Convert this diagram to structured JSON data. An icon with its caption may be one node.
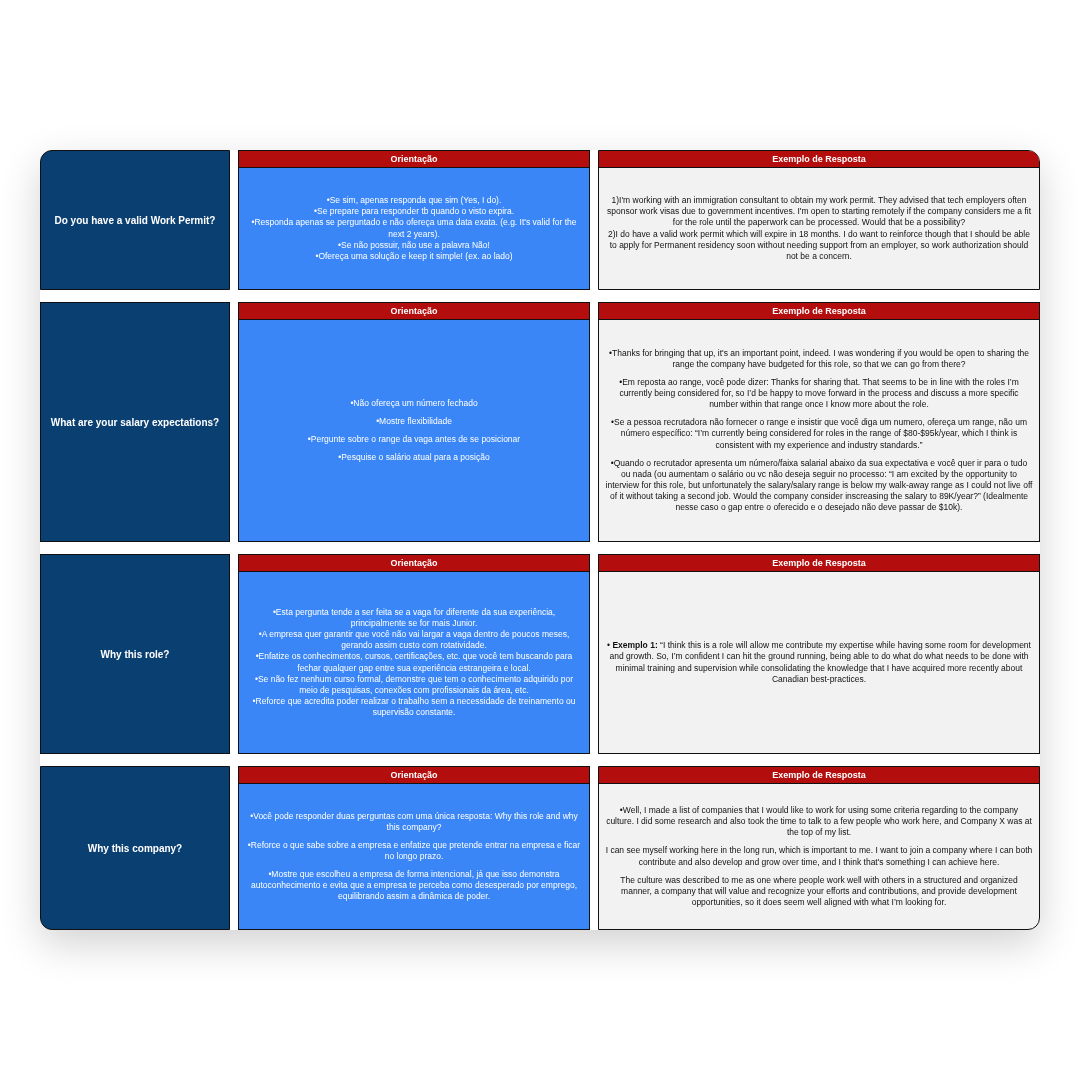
{
  "diagram": {
    "nodes": [
      {
        "text": [
          "Do you have a valid Work Permit?"
        ]
      },
      {
        "text": [
          "Orientação",
          "•Se sim, apenas responda que sim (Yes, I do).",
          "•Se prepare para responder tb quando o visto expira.",
          "•Responda apenas se perguntado e não ofereça uma data exata. (e.g. It's valid for the next 2 years).",
          "•Se não possuir, não use a palavra Não!",
          "•Ofereça uma solução e keep it simple! (ex. ao lado)"
        ]
      },
      {
        "text": [
          "Exemplo de Resposta",
          "1)I'm working with an immigration consultant to obtain my work permit. They advised that tech employers often sponsor work visas due to government incentives. I'm open to starting remotely if the company considers me a fit for the role until the paperwork can be processed. Would that be a possibility?",
          "2)I do have a valid work permit which will expire in 18 months. I do want to reinforce though that I should be able to apply for Permanent residency soon without needing support from an employer, so work authorization should not be a concern."
        ]
      },
      {
        "text": [
          "What are your salary expectations?"
        ]
      },
      {
        "text": [
          "Orientação",
          "•Não ofereça um número fechado",
          "•Mostre flexibilidade",
          "•Pergunte sobre o range da vaga antes de se posicionar",
          "•Pesquise o salário atual para a posição"
        ]
      },
      {
        "text": [
          "Exemplo de Resposta",
          "•Thanks for bringing that up, it's an important point, indeed. I was wondering if you would be open to sharing the range the company have budgeted for this role, so that we can go from there?",
          "•Em reposta ao range, você pode dizer: Thanks for sharing that. That seems to be in line with the roles I’m currently being considered for, so I’d be happy to move forward in the process and discuss a more specific number within that range once I know more about the role.",
          "•Se a pessoa recrutadora não fornecer o range e insistir que você diga um numero, ofereça um range, não um número específico: “I’m currently being considered for roles in the range of $80-$95k/year, which I think is consistent with my experience and industry standards.”",
          "•Quando o recrutador apresenta um número/faixa salarial abaixo da sua expectativa e você quer ir para o tudo ou nada (ou aumentam o salário ou vc não deseja seguir no processo: “I am excited by the opportunity to interview for this role, but unfortunately the salary/salary range is below my walk-away range as I could not live off of it without taking a second job. Would the company consider inscreasing the salary to 89K/year?” (Idealmente nesse caso o gap entre o oferecido e o desejado não deve passar de $10k)."
        ]
      },
      {
        "text": [
          "Why this role?"
        ]
      },
      {
        "text": [
          "Orientação",
          "•Esta pergunta tende a ser feita se a vaga for diferente da sua experiência, principalmente se for mais Junior.",
          "•A empresa quer garantir que você não vai largar a vaga dentro de poucos meses, gerando assim custo com rotatividade.",
          "•Enfatize os conhecimentos, cursos, certificações, etc. que você tem buscando para fechar qualquer gap entre sua experiência estrangeira e local.",
          "•Se não fez nenhum curso formal, demonstre que tem o conhecimento adquirido por meio de pesquisas, conexões com profissionais da área, etc.",
          "•Reforce que acredita poder realizar o trabalho sem a necessidade de treinamento ou supervisão constante."
        ]
      },
      {
        "text": [
          "Exemplo de Resposta",
          "• **Exemplo 1:** “I think this is a role will allow me contribute my expertise while having some room for development and growth. So, I’m confident I can hit the ground running, being able to do what do what needs to be done with minimal training and supervision while consolidating the knowledge that I have acquired more recently about Canadian best-practices."
        ]
      },
      {
        "text": [
          "Why this company?"
        ]
      },
      {
        "text": [
          "Orientação",
          "•Você pode responder duas perguntas com uma única resposta: Why this role and why this company?",
          "•Reforce o que sabe sobre a empresa e enfatize que pretende entrar na empresa e ficar no longo prazo.",
          "•Mostre que escolheu a empresa de forma intencional, já que isso demonstra autoconhecimento e evita que a empresa te perceba como desesperado por emprego, equilibrando assim a dinâmica de poder."
        ]
      },
      {
        "text": [
          "Exemplo de Resposta",
          "•Well, I made a list of companies that I would like to work for using some criteria regarding to the company culture. I did some research and also took the time to talk to a few people who work here, and Company X was at the top of my list.",
          "I can see myself working here in the long run, which is important to me. I want to join a company where I can both contribute and also develop and grow over time, and I think that's something I can achieve here.",
          "The culture was described to me as one where people work well with others in a structured and organized manner, a company that will value and recognize your efforts and contributions, and provide development opportunities, so it does seem well aligned with what I’m looking for."
        ]
      }
    ]
  }
}
